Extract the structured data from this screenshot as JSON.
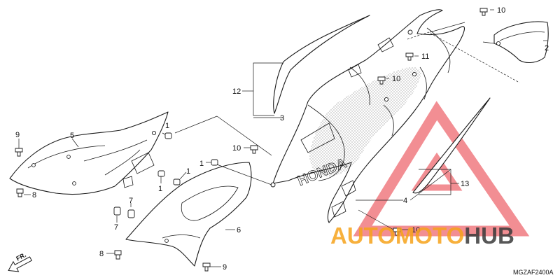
{
  "diagram": {
    "diagram_code": "MGZAF2400A",
    "direction_label": "FR.",
    "callouts": [
      {
        "id": "c9a",
        "label": "9"
      },
      {
        "id": "c5",
        "label": "5"
      },
      {
        "id": "c8a",
        "label": "8"
      },
      {
        "id": "c1a",
        "label": "1"
      },
      {
        "id": "c1b",
        "label": "1"
      },
      {
        "id": "c1c",
        "label": "1"
      },
      {
        "id": "c1d",
        "label": "1"
      },
      {
        "id": "c7a",
        "label": "7"
      },
      {
        "id": "c7b",
        "label": "7"
      },
      {
        "id": "c6",
        "label": "6"
      },
      {
        "id": "c8b",
        "label": "8"
      },
      {
        "id": "c9b",
        "label": "9"
      },
      {
        "id": "c10a",
        "label": "10"
      },
      {
        "id": "c12",
        "label": "12"
      },
      {
        "id": "c3",
        "label": "3"
      },
      {
        "id": "c11",
        "label": "11"
      },
      {
        "id": "c10b",
        "label": "10"
      },
      {
        "id": "c10c",
        "label": "10"
      },
      {
        "id": "c2",
        "label": "2"
      },
      {
        "id": "c13",
        "label": "13"
      },
      {
        "id": "c4",
        "label": "4"
      },
      {
        "id": "c10d",
        "label": "10"
      }
    ],
    "watermark": {
      "part1": "AUTOMOTO",
      "part2": "HUB",
      "color_red": "#e8323c",
      "color_orange": "#f6a21a",
      "color_dark": "#3a3a3a"
    },
    "body_emblem": "HONDA"
  }
}
